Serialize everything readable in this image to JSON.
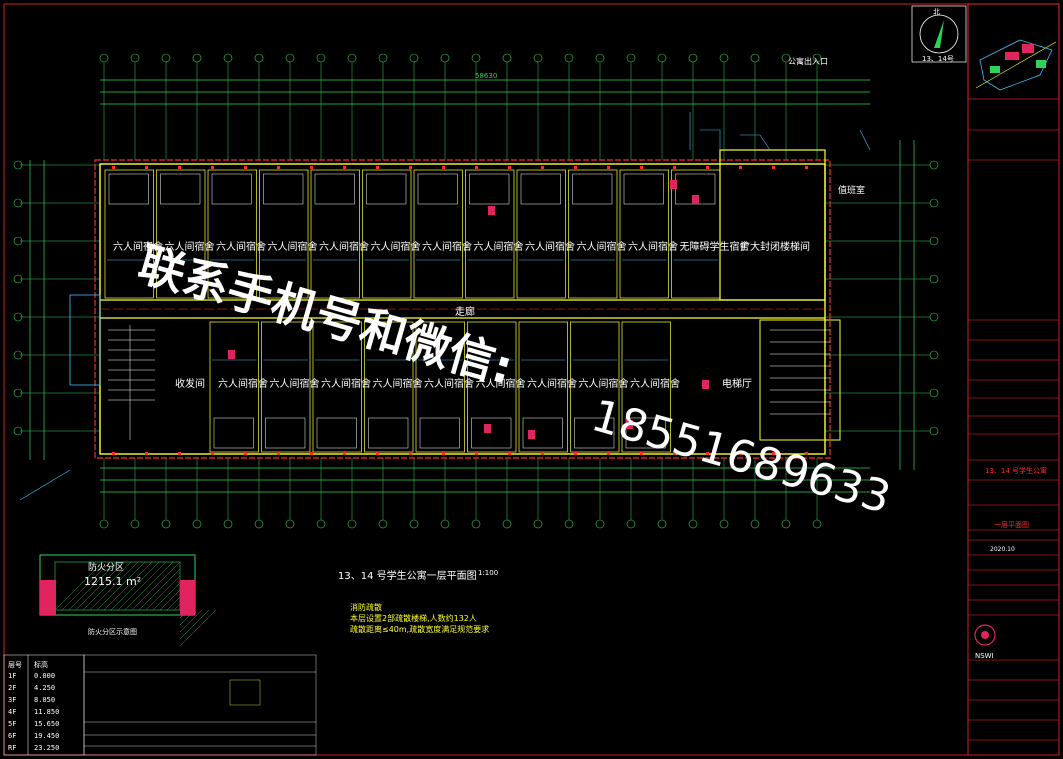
{
  "rooms_top": [
    "六人间宿舍",
    "六人间宿舍",
    "六人间宿舍",
    "六人间宿舍",
    "六人间宿舍",
    "六人间宿舍",
    "六人间宿舍",
    "六人间宿舍",
    "六人间宿舍",
    "六人间宿舍",
    "六人间宿舍",
    "无障碍学生宿舍"
  ],
  "rooms_bottom": [
    "六人间宿舍",
    "六人间宿舍",
    "六人间宿舍",
    "六人间宿舍",
    "六人间宿舍",
    "六人间宿舍",
    "六人间宿舍",
    "六人间宿舍",
    "六人间宿舍"
  ],
  "labels": {
    "corridor": "走廊",
    "stair_room": "扩大封闭楼梯间",
    "duty_room": "值班室",
    "mail_room": "收发间",
    "elec_room": "电梯厅",
    "entrance": "公寓出入口",
    "plan_title": "13、14 号学生公寓一层平面图",
    "plan_scale": "1:100",
    "area_box_title": "防火分区",
    "area_value": "1215.1 m²",
    "area_caption": "防火分区示意图",
    "fire_title": "消防疏散",
    "fire_line1": "本层设置2部疏散楼梯,人数约132人",
    "fire_line2": "疏散距离≤40m,疏散宽度满足规范要求",
    "site_tag": "13、14号",
    "north": "北",
    "stamp_top": "NSWI",
    "dim_total": "58630"
  },
  "elevation_table": {
    "headers": [
      "层号",
      "标高"
    ],
    "rows": [
      [
        "1F",
        "0.000"
      ],
      [
        "2F",
        "4.250"
      ],
      [
        "3F",
        "8.050"
      ],
      [
        "4F",
        "11.850"
      ],
      [
        "5F",
        "15.650"
      ],
      [
        "6F",
        "19.450"
      ],
      [
        "RF",
        "23.250"
      ]
    ]
  },
  "title_block": {
    "project": "13、14 号学生公寓",
    "drawing": "一层平面图",
    "date": "2020.10"
  },
  "watermark": {
    "line1": "联系手机号和微信:",
    "line2": "18551689633"
  }
}
